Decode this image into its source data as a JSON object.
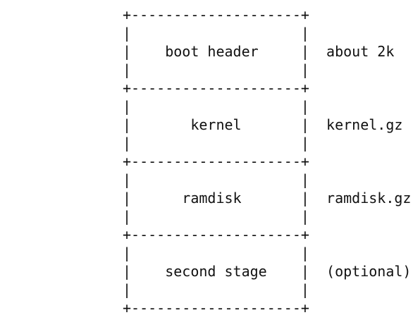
{
  "layout_diagram": {
    "border": "+--------------------+",
    "pipe": "|",
    "sections": [
      {
        "label": "boot header",
        "note": "about 2k"
      },
      {
        "label": "kernel",
        "note": "kernel.gz"
      },
      {
        "label": "ramdisk",
        "note": "ramdisk.gz"
      },
      {
        "label": "second stage",
        "note": "(optional)"
      }
    ]
  }
}
